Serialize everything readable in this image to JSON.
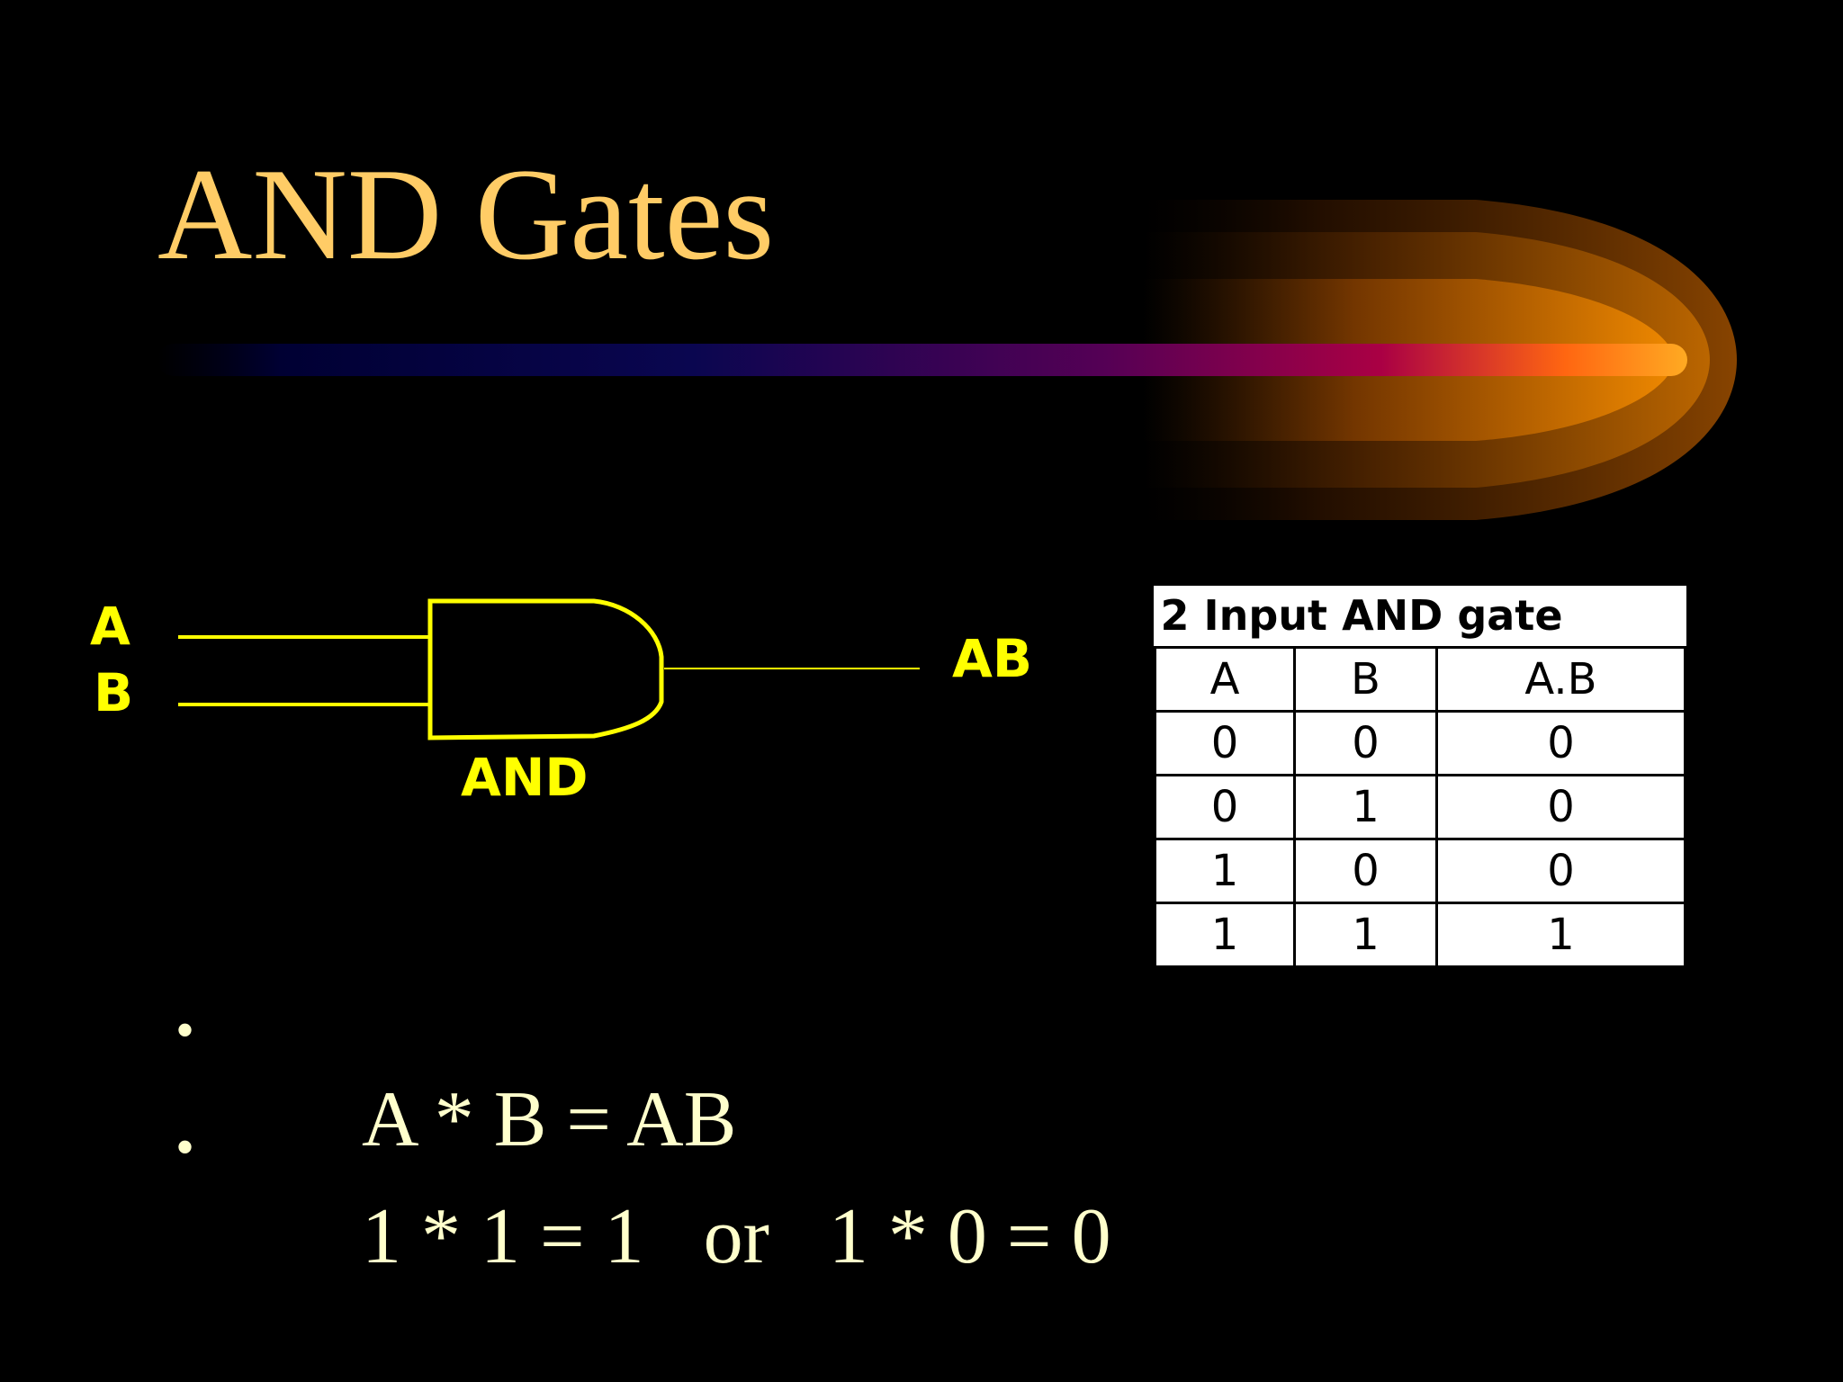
{
  "slide": {
    "title": "AND Gates",
    "colors": {
      "background": "#000000",
      "title": "#ffcc66",
      "bullet_text": "#ffffcc",
      "gate_yellow": "#ffff00"
    }
  },
  "diagram": {
    "input_a": "A",
    "input_b": "B",
    "output": "AB",
    "gate_label": "AND"
  },
  "truth_table": {
    "caption": "2 Input AND gate",
    "headers": [
      "A",
      "B",
      "A.B"
    ],
    "rows": [
      [
        "0",
        "0",
        "0"
      ],
      [
        "0",
        "1",
        "0"
      ],
      [
        "1",
        "0",
        "0"
      ],
      [
        "1",
        "1",
        "1"
      ]
    ]
  },
  "bullets": [
    "A * B = AB",
    "1 * 1 = 1   or   1 * 0 = 0"
  ]
}
